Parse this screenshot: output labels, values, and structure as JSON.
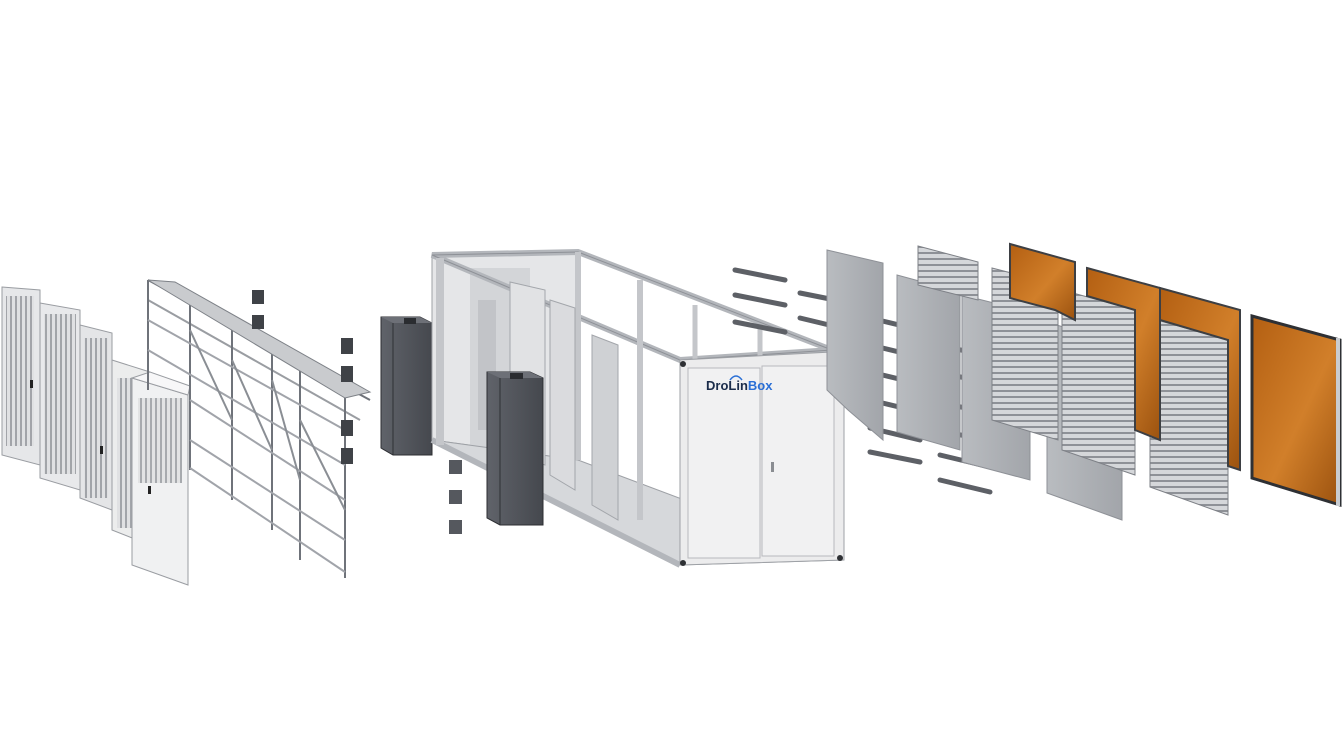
{
  "brand": {
    "part1": "Dro",
    "part2": "Lin",
    "part3": "Box"
  },
  "colors": {
    "background": "#ffffff",
    "frame_light": "#dcdde0",
    "frame_mid": "#b9bcc1",
    "frame_dark": "#8f939a",
    "cabinet": "#53565c",
    "cabinet_side": "#3c3f44",
    "panel": "#aeb1b6",
    "louver": "#c8cacd",
    "pad_orange": "#c8731e",
    "pad_orange_dark": "#a45a12",
    "brand_dark": "#1b2c4a",
    "brand_blue": "#2a6fd6"
  },
  "icons": {
    "brand_logo": "drolinbox-logo"
  }
}
